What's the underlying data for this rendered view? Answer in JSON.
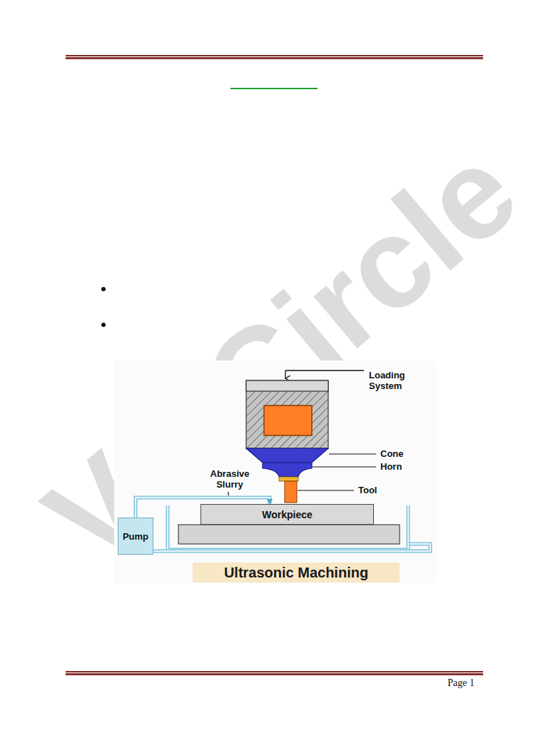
{
  "diagram": {
    "caption": "Ultrasonic Machining",
    "nodes": [
      {
        "text": [
          "Workpiece"
        ]
      },
      {
        "text": [
          "Pump"
        ]
      }
    ],
    "edges": [
      {
        "from": 1,
        "to": 0,
        "arrow": "to"
      }
    ],
    "labels": [
      "Loading System",
      "Cone",
      "Horn",
      "Abrasive Slurry",
      "Tool",
      "VtuCircle",
      "Page 1"
    ]
  }
}
